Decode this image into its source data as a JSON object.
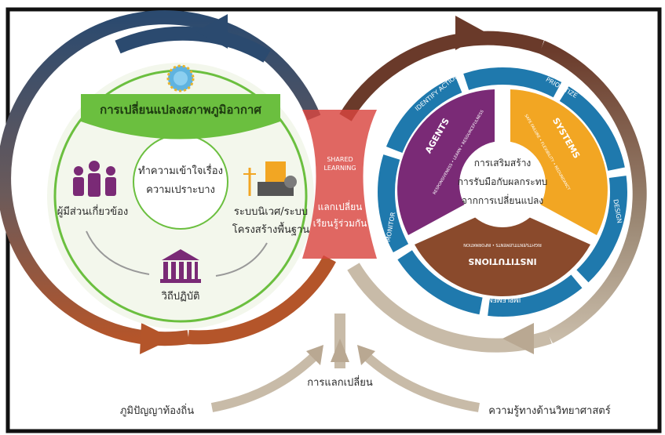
{
  "left_cycle": {
    "banner": "การเปลี่ยนแปลงสภาพภูมิอากาศ",
    "center_line1": "ทำความเข้าใจเรื่อง",
    "center_line2": "ความเปราะบาง",
    "stakeholders": "ผู้มีส่วนเกี่ยวข้อง",
    "infra_line1": "ระบบนิเวศ/ระบบ",
    "infra_line2": "โครงสร้างพื้นฐาน",
    "institutions": "วิถีปฏิบัติ"
  },
  "center": {
    "shared_line1": "SHARED",
    "shared_line2": "LEARNING",
    "exchange_line1": "แลกเปลี่ยน",
    "exchange_line2": "เรียนรู้ร่วมกัน"
  },
  "right_cycle": {
    "center_line1": "การเสริมสร้าง",
    "center_line2": "การรับมือกับผลกระทบ",
    "center_line3": "จากการเปลี่ยนแปลง",
    "agents": "AGENTS",
    "agents_sub": "RESPONSIVENESS • LEARN • RESOURCEFULNESS",
    "systems": "SYSTEMS",
    "systems_sub": "SAFE FAILURE • FLEXIBILITY • REDUNDANCY",
    "institutions": "INSTITUTIONS",
    "institutions_sub": "RIGHTS/ENTITLEMENTS • INFORMATION",
    "ring_identify": "IDENTIFY ACTIONS",
    "ring_prioritize": "PRIORITIZE",
    "ring_design": "DESIGN",
    "ring_implement": "IMPLEMENT",
    "ring_monitor": "MONITOR"
  },
  "bottom": {
    "exchange": "การแลกเปลี่ยน",
    "local_wisdom": "ภูมิปัญญาท้องถิ่น",
    "science": "ความรู้ทางด้านวิทยาศาสตร์"
  },
  "colors": {
    "navy": "#2b4a6f",
    "rust": "#b4552a",
    "green": "#6bbf3f",
    "purple": "#7a2a76",
    "orange": "#f2a623",
    "brown": "#8a4a2c",
    "blue_ring": "#1f79ad",
    "red_center": "#d9453f",
    "tan": "#b9a892"
  }
}
